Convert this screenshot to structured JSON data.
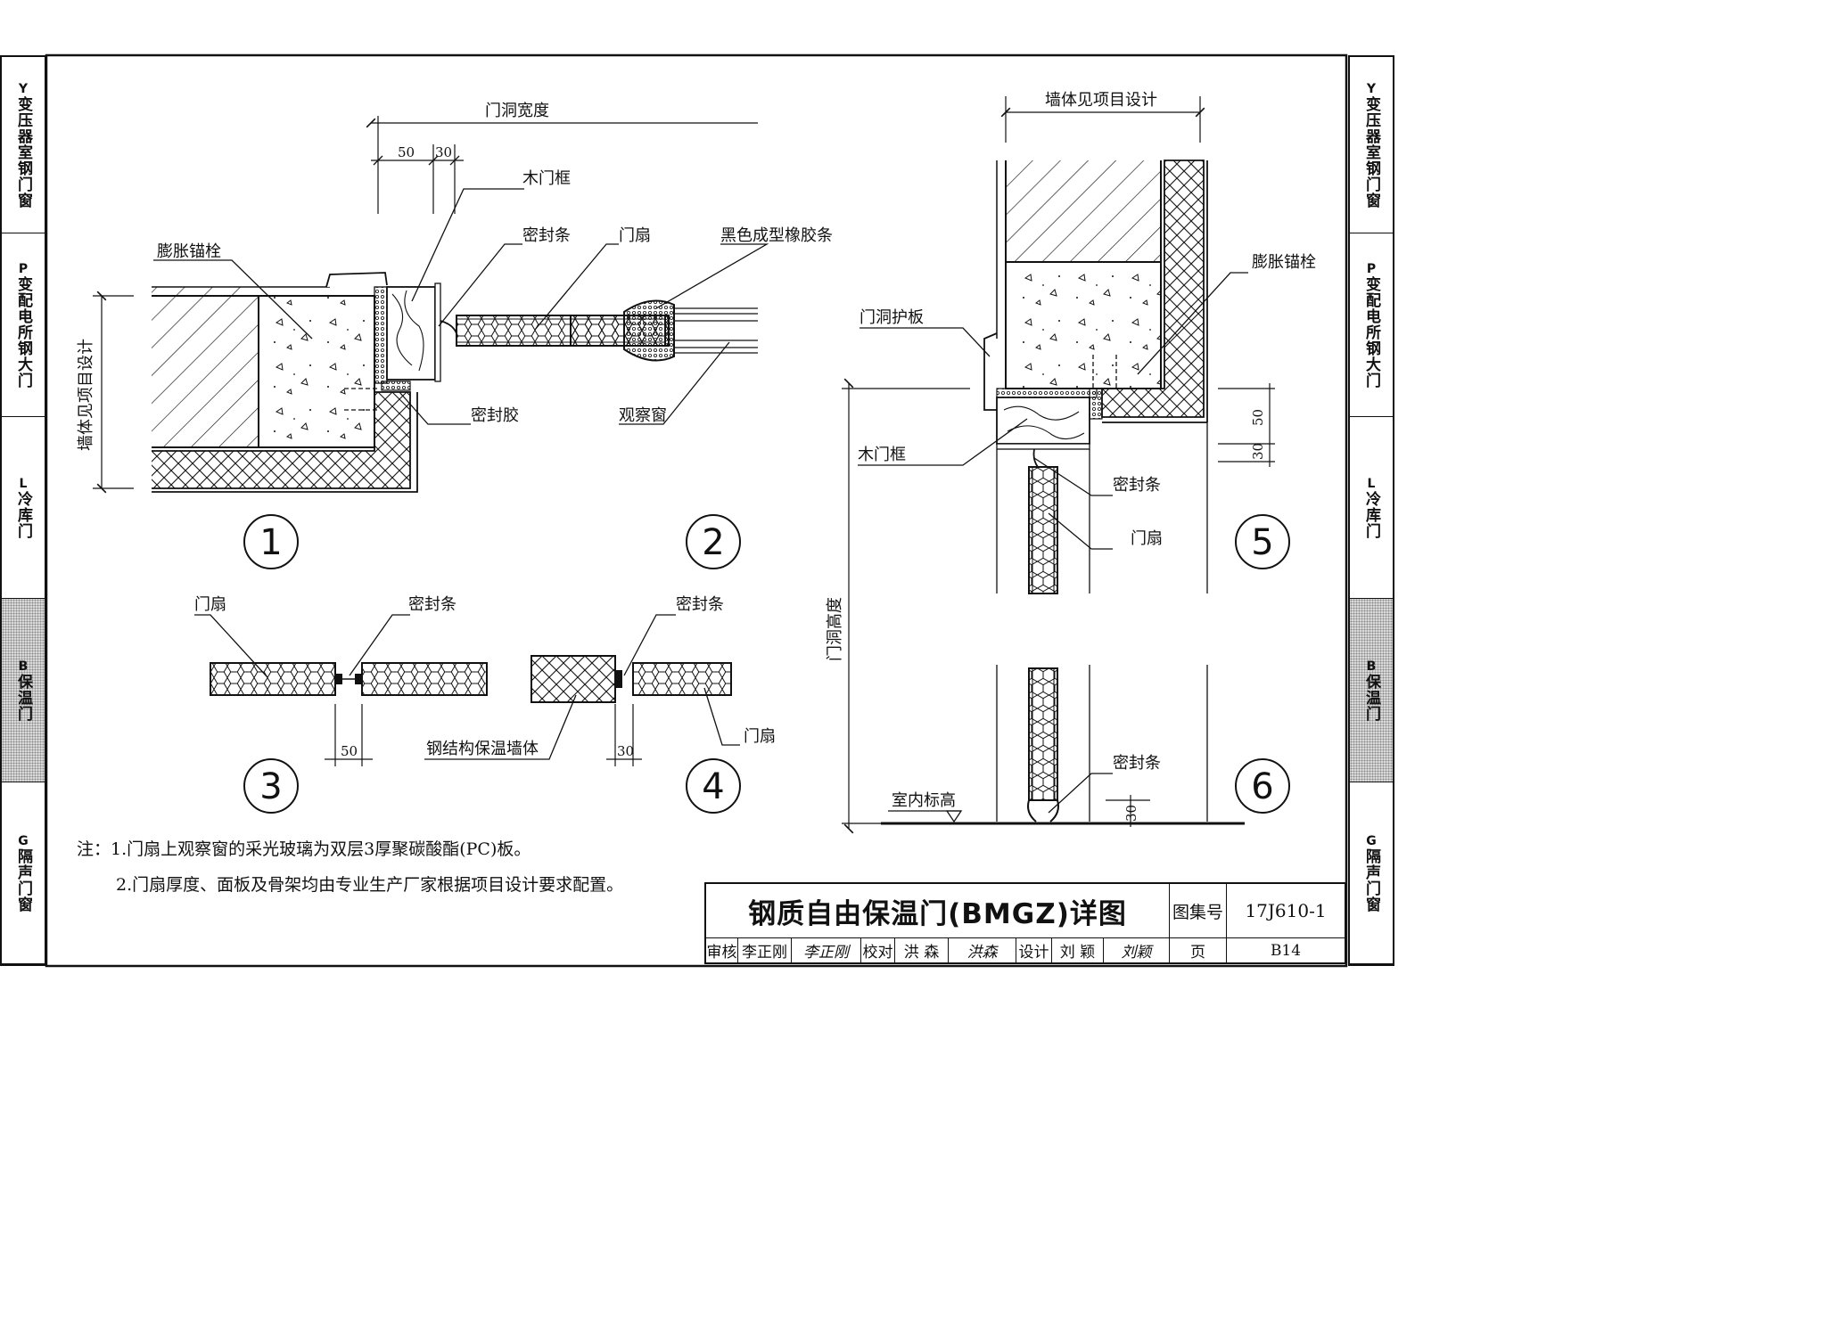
{
  "left_tabs": [
    {
      "code": "Y",
      "label": "变压器室钢门窗",
      "active": false
    },
    {
      "code": "P",
      "label": "变配电所钢大门",
      "active": false
    },
    {
      "code": "L",
      "label": "冷库门",
      "active": false
    },
    {
      "code": "B",
      "label": "保温门",
      "active": true
    },
    {
      "code": "G",
      "label": "隔声门窗",
      "active": false
    }
  ],
  "right_tabs": [
    {
      "code": "Y",
      "label": "变压器室钢门窗",
      "active": false
    },
    {
      "code": "P",
      "label": "变配电所钢大门",
      "active": false
    },
    {
      "code": "L",
      "label": "冷库门",
      "active": false
    },
    {
      "code": "B",
      "label": "保温门",
      "active": true
    },
    {
      "code": "G",
      "label": "隔声门窗",
      "active": false
    }
  ],
  "labels": {
    "door_opening_width": "门洞宽度",
    "dim_50": "50",
    "dim_30": "30",
    "wood_frame": "木门框",
    "expansion_anchor": "膨胀锚栓",
    "seal_strip": "密封条",
    "door_leaf": "门扇",
    "black_rubber": "黑色成型橡胶条",
    "wall_per_design": "墙体见项目设计",
    "sealant": "密封胶",
    "observation_window": "观察窗",
    "door_guard_plate": "门洞护板",
    "door_opening_height": "门洞高度",
    "steel_wall": "钢结构保温墙体",
    "indoor_level": "室内标高"
  },
  "detail_numbers": [
    "1",
    "2",
    "3",
    "4",
    "5",
    "6"
  ],
  "notes": {
    "prefix": "注：",
    "line1": "1.门扇上观察窗的采光玻璃为双层3厚聚碳酸酯(PC)板。",
    "line2": "2.门扇厚度、面板及骨架均由专业生产厂家根据项目设计要求配置。"
  },
  "title_block": {
    "title": "钢质自由保温门(BMGZ)详图",
    "atlas_label": "图集号",
    "atlas_no": "17J610-1",
    "review_label": "审核",
    "reviewer": "李正刚",
    "review_sig": "李正刚",
    "check_label": "校对",
    "checker": "洪 森",
    "check_sig": "洪森",
    "design_label": "设计",
    "designer": "刘 颖",
    "design_sig": "刘颖",
    "page_label": "页",
    "page_no": "B14"
  }
}
